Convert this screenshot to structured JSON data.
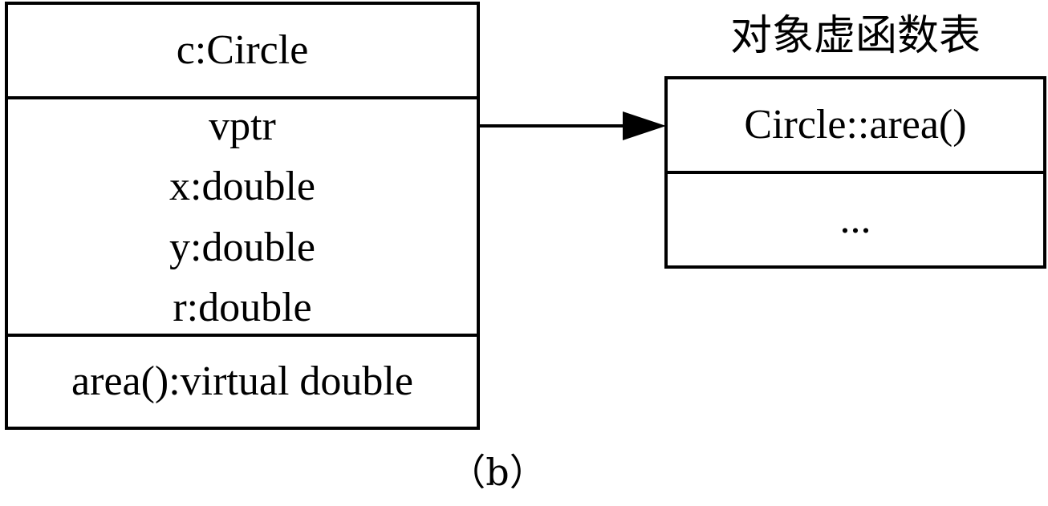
{
  "object": {
    "title": "c:Circle",
    "fields": [
      "vptr",
      "x:double",
      "y:double",
      "r:double"
    ],
    "methods": [
      "area():virtual double"
    ]
  },
  "vtable": {
    "title": "对象虚函数表",
    "entries": [
      "Circle::area()",
      "..."
    ]
  },
  "caption": "（b）"
}
